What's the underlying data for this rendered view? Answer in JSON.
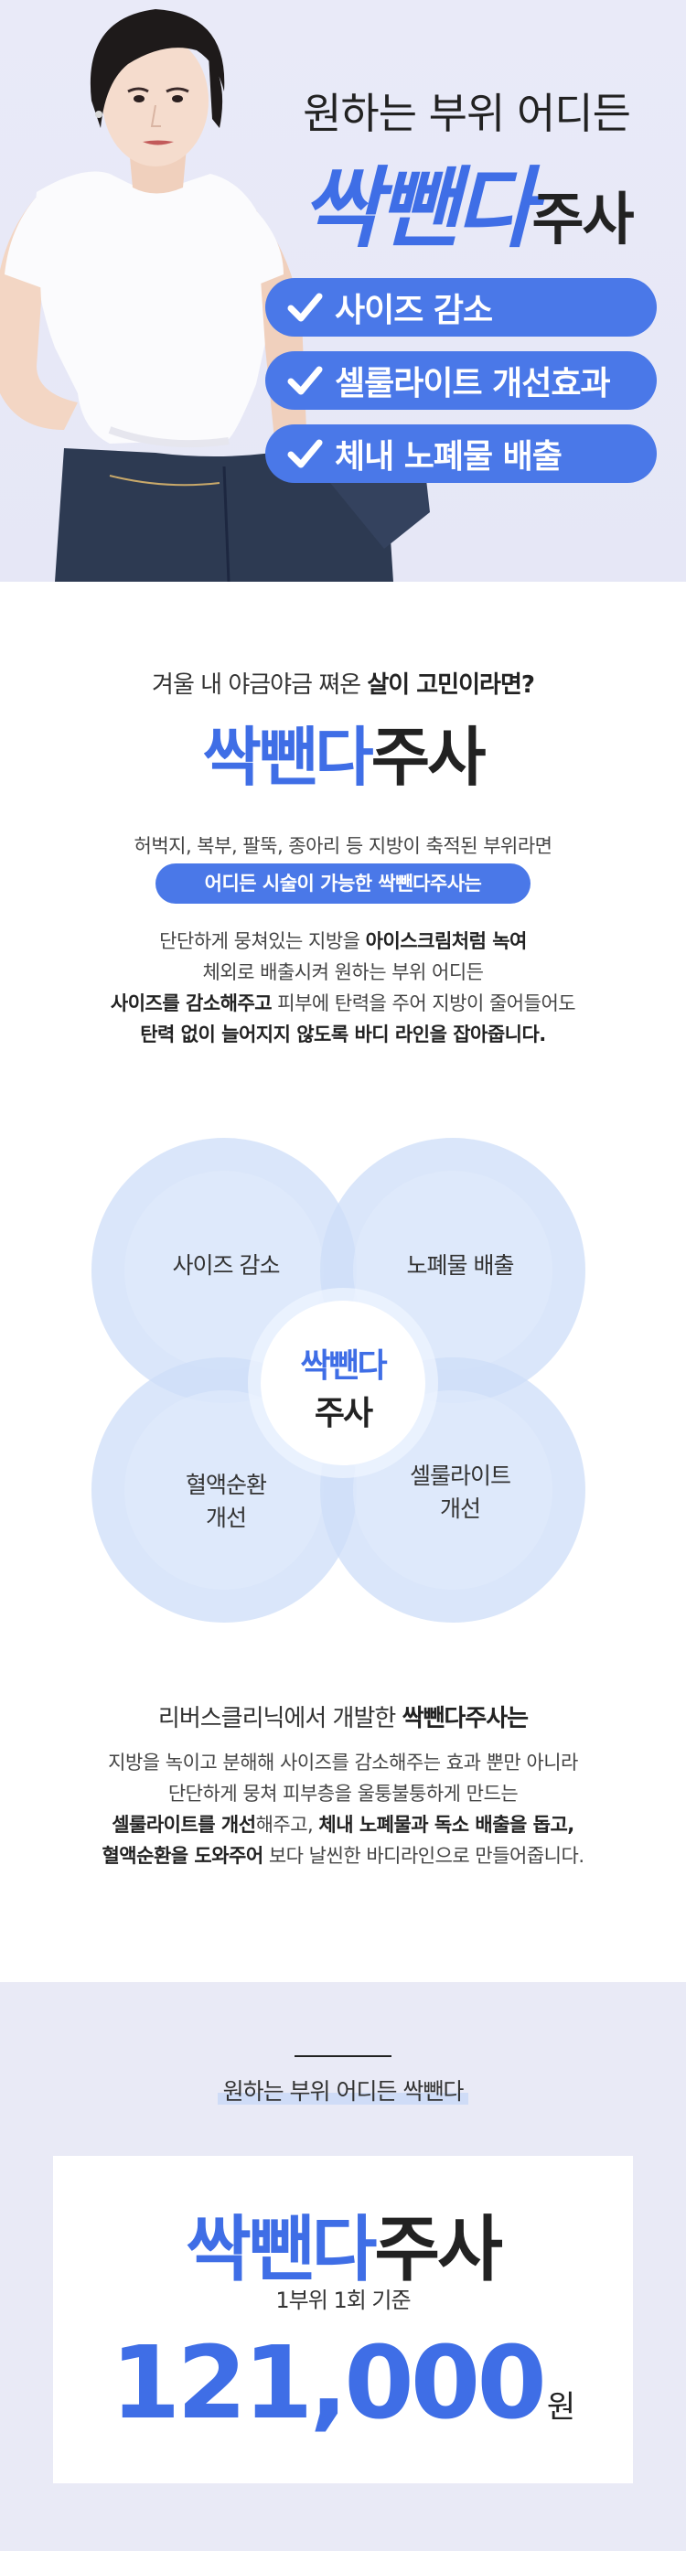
{
  "hero": {
    "subtitle": "원하는 부위 어디든",
    "brand_blue": "싹뺀다",
    "brand_dark": "주사",
    "benefits": [
      "사이즈 감소",
      "셀룰라이트 개선효과",
      "체내 노폐물 배출"
    ]
  },
  "intro": {
    "question_normal": "겨울 내 야금야금 쪄온 ",
    "question_bold": "살이 고민이라면?",
    "brand_blue": "싹뺀다",
    "brand_dark": "주사",
    "line1": "허벅지, 복부, 팔뚝, 종아리 등 지방이 축적된 부위라면",
    "highlight": "어디든 시술이 가능한 싹뺀다주사는",
    "p2": {
      "l1a": "단단하게 뭉쳐있는 지방을 ",
      "l1b": "아이스크림처럼 녹여",
      "l2": "체외로 배출시켜 원하는 부위 어디든",
      "l3a": "사이즈를 감소해주고",
      "l3b": " 피부에 탄력을 주어 지방이 줄어들어도",
      "l4": "탄력 없이 늘어지지 않도록 바디 라인을 잡아줍니다."
    }
  },
  "effects": {
    "top_left": "사이즈 감소",
    "top_right": "노폐물 배출",
    "bottom_left_1": "혈액순환",
    "bottom_left_2": "개선",
    "bottom_right_1": "셀룰라이트",
    "bottom_right_2": "개선",
    "center_1": "싹뺀다",
    "center_2": "주사"
  },
  "developed": {
    "title_normal": "리버스클리닉에서 개발한 ",
    "title_bold": "싹뺀다주사는",
    "l1": "지방을 녹이고 분해해 사이즈를 감소해주는 효과 뿐만 아니라",
    "l2": "단단하게 뭉쳐 피부층을 울퉁불퉁하게 만드는",
    "l3a": "셀룰라이트를 개선",
    "l3b": "해주고, ",
    "l3c": "체내 노폐물과 독소 배출을 돕고,",
    "l4a": "혈액순환을 도와주어",
    "l4b": " 보다 날씬한 바디라인으로 만들어줍니다."
  },
  "price": {
    "tag": "원하는 부위 어디든 싹뺀다",
    "brand_blue": "싹뺀다",
    "brand_dark": "주사",
    "unit": "1부위 1회 기준",
    "amount": "121,000",
    "currency": "원"
  },
  "colors": {
    "accent": "#3f6ee6",
    "pill": "#4a78e8",
    "hero_bg": "#e9eaf8",
    "circle": "#cddef8"
  }
}
